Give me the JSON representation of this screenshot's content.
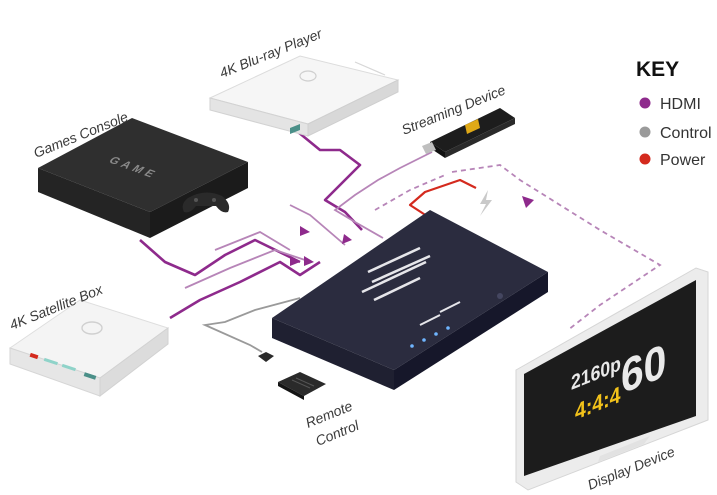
{
  "labels": {
    "bluray": "4K Blu-ray Player",
    "streaming": "Streaming Device",
    "games": "Games Console",
    "satellite": "4K Satellite Box",
    "remote_line1": "Remote",
    "remote_line2": "Control",
    "display": "Display Device"
  },
  "console_brand": "GAME",
  "key": {
    "title": "KEY",
    "items": [
      {
        "label": "HDMI",
        "color": "#8e2a8c"
      },
      {
        "label": "Control",
        "color": "#9a9a9a"
      },
      {
        "label": "Power",
        "color": "#d42a1e"
      }
    ]
  },
  "screen": {
    "resolution": "2160p",
    "chroma": "4:4:4",
    "framerate": "60"
  },
  "colors": {
    "hdmi": "#8e2a8c",
    "control": "#9a9a9a",
    "power": "#d42a1e",
    "switcher": "#2b2c3f"
  }
}
